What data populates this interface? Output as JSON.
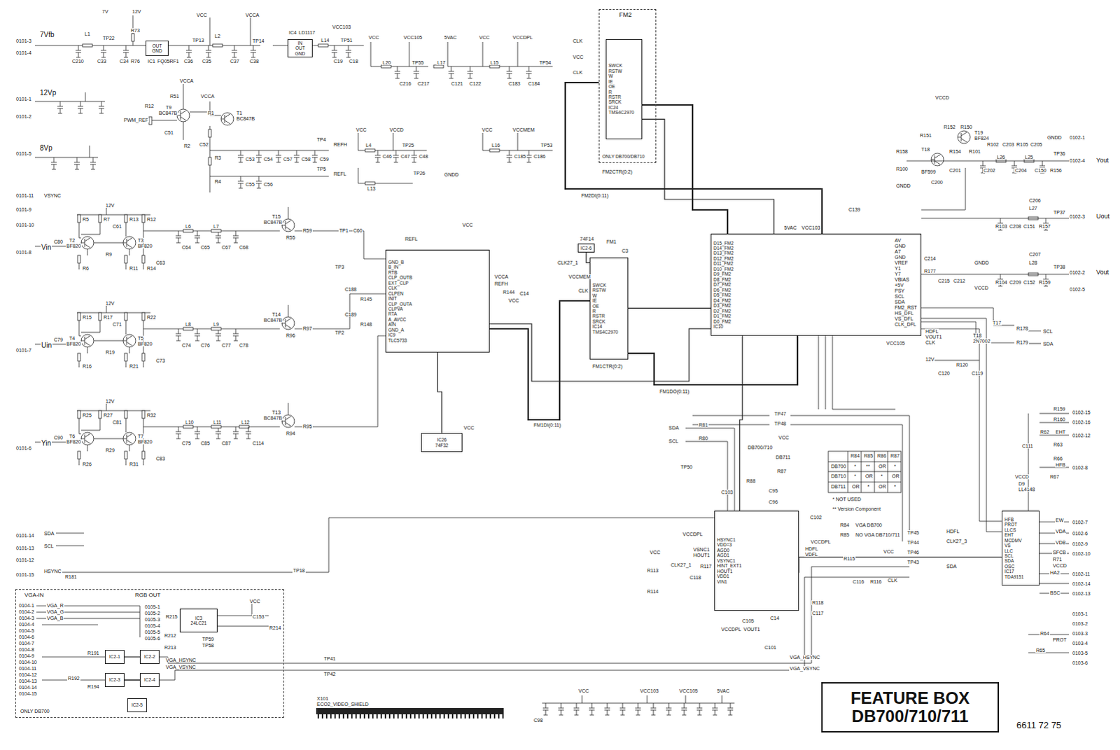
{
  "diagram": {
    "nodes": [
      {
        "text": [
          "OUT",
          "GND"
        ]
      },
      {
        "text": [
          "IN",
          "OUT",
          "GND"
        ]
      },
      {
        "text": [
          "FM2",
          "ONLY DB700/DB710"
        ]
      },
      {
        "text": [
          "SWCK",
          "RSTW",
          "W",
          "IE",
          "OE",
          "R",
          "RSTR",
          "SRCK",
          "IC24",
          "TMS4C2970"
        ],
        "in": 2
      },
      {
        "text": [
          "SWCK",
          "RSTW",
          "W",
          "IE",
          "OE",
          "R",
          "RSTR",
          "SRCK",
          "IC14",
          "TMS4C2970"
        ]
      },
      {
        "text": [
          "GND_B",
          "B_IN",
          "RTB",
          "CLP_OUTB",
          "EXT_CLP",
          "CLK",
          "CLPEN",
          "INIT",
          "CLP_OUTA",
          "CLPVA",
          "RTA",
          "A_AVCC",
          "AIN",
          "GND_A",
          "IC9",
          "TLC5733"
        ]
      },
      {
        "text": [
          "IC26",
          "74F32"
        ]
      },
      {
        "text": [
          "D15_FM2",
          "D14_FM2",
          "D13_FM2",
          "D12_FM2",
          "D11_FM2",
          "D10_FM2",
          "D9_FM2",
          "D8_FM2",
          "D7_FM2",
          "D6_FM2",
          "D5_FM2",
          "D4_FM2",
          "D3_FM2",
          "D2_FM2",
          "D1_FM2",
          "D0_FM2",
          "IC10"
        ]
      },
      {
        "text": [
          "HSYNC1",
          "VDD=3",
          "AGD0",
          "AGD1",
          "VSYNC1",
          "HINT_EXT1",
          "HOUT1",
          "VDD1",
          "VIN1"
        ]
      },
      {
        "text": [
          "HFB",
          "PROT",
          "LLCS",
          "EHT",
          "MCDMV",
          "VS",
          "LLC",
          "SCL",
          "SDA",
          "OSC",
          "IC17",
          "TDA9151"
        ]
      },
      {
        "text": [
          "VGA-IN",
          "RGB OUT",
          "ONLY DB700"
        ]
      },
      {
        "text": [
          "IC3",
          "24LC21"
        ],
        "in": 10
      },
      {
        "text": [
          "IC2-1"
        ],
        "in": 10
      },
      {
        "text": [
          "IC2-2"
        ],
        "in": 10
      },
      {
        "text": [
          "IC2-3"
        ],
        "in": 10
      },
      {
        "text": [
          "IC2-4"
        ],
        "in": 10
      },
      {
        "text": [
          "IC2-5"
        ],
        "in": 10
      },
      {
        "text": [
          "IC2-6"
        ]
      },
      {
        "text": [
          "FEATURE BOX",
          "DB700/710/711"
        ]
      }
    ],
    "edges": [
      {
        "from": 5,
        "to": 6,
        "arrow": "none"
      },
      {
        "from": 5,
        "to": 7,
        "arrow": "none"
      },
      {
        "from": 4,
        "to": 7,
        "arrow": "none"
      },
      {
        "from": 3,
        "to": 7,
        "arrow": "none"
      },
      {
        "from": 7,
        "to": 8,
        "arrow": "none"
      },
      {
        "from": 8,
        "to": 9,
        "arrow": "none"
      },
      {
        "from": 17,
        "to": 4,
        "arrow": "none"
      },
      {
        "from": 12,
        "to": 13,
        "arrow": "none"
      },
      {
        "from": 14,
        "to": 15,
        "arrow": "none"
      }
    ],
    "labels": [
      "0101-3",
      "7Vfb",
      "0101-4",
      "12Vp",
      "0101-1",
      "0101-2",
      "8Vp",
      "0101-5",
      "0101-11",
      "VSYNC",
      "0101-9",
      "0101-10",
      "Vin",
      "0101-8",
      "Uin",
      "0101-7",
      "Yin",
      "0101-6",
      "SDA",
      "0101-14",
      "SCL",
      "0101-13",
      "0101-12",
      "HSYNC",
      "0101-15",
      "7V",
      "12V",
      "L1",
      "TP22",
      "R73",
      "C210",
      "C33",
      "C34",
      "R76",
      "IC1",
      "FQ05RF1",
      "VCC",
      "VCCA",
      "TP13",
      "L2",
      "TP14",
      "C36",
      "C35",
      "C37",
      "C38",
      "IC4",
      "LD1117",
      "L14",
      "VCC103",
      "TP51",
      "C19",
      "C18",
      "VCC",
      "VCC105",
      "5VAC",
      "VCC",
      "VCCDPL",
      "L20",
      "TP55",
      "L17",
      "L15",
      "TP54",
      "C216",
      "C217",
      "C121",
      "C122",
      "C183",
      "C184",
      "VCCA",
      "T9",
      "BC847B",
      "R12",
      "PWM_REF",
      "VCCA",
      "R1",
      "R51",
      "C51",
      "R2",
      "C52",
      "T1",
      "BC847B",
      "R3",
      "R4",
      "C53",
      "C54",
      "C57",
      "C58",
      "C59",
      "C55",
      "C56",
      "TP4",
      "REFH",
      "TP5",
      "REFL",
      "VCC",
      "VCCD",
      "L4",
      "TP25",
      "C46",
      "C47",
      "C48",
      "L13",
      "TP26",
      "GNDD",
      "VCC",
      "VCCMEM",
      "L16",
      "TP53",
      "C185",
      "C186",
      "12V",
      "R5",
      "R7",
      "C61",
      "R13",
      "R12",
      "T2",
      "BF820",
      "T3",
      "BF820",
      "R6",
      "R9",
      "R11",
      "R14",
      "C63",
      "L6",
      "L7",
      "C64",
      "C65",
      "C67",
      "C68",
      "C80",
      "T15",
      "BC847B",
      "R55",
      "R59",
      "TP1",
      "C60",
      "12V",
      "R15",
      "R17",
      "C71",
      "R22",
      "T4",
      "BF820",
      "T5",
      "BF820",
      "R16",
      "R19",
      "R21",
      "C73",
      "L8",
      "L9",
      "C74",
      "C76",
      "C77",
      "C78",
      "C79",
      "T14",
      "BC847B",
      "R96",
      "R97",
      "12V",
      "R25",
      "R27",
      "C81",
      "R32",
      "T6",
      "BF820",
      "T7",
      "BF820",
      "R26",
      "R29",
      "R31",
      "C83",
      "L10",
      "L11",
      "L12",
      "C75",
      "C85",
      "C87",
      "C114",
      "C90",
      "T13",
      "BC847B",
      "R94",
      "R95",
      "TP3",
      "C188",
      "R145",
      "C189",
      "R148",
      "TP2",
      "REFL",
      "VCC",
      "VCCA",
      "REFH",
      "R144",
      "VCC",
      "C14",
      "VCC",
      "CLK",
      "VCC",
      "CLK",
      "FM2CTR(0:2)",
      "FM2DI(0:11)",
      "FM1",
      "VCCMEM",
      "CLK",
      "CLK27_1",
      "74F14",
      "C3",
      "FM1CTR(0:2)",
      "FM1DI(0:11)",
      "FM1DO(0:11)",
      "AV",
      "GND",
      "A7",
      "GND",
      "VREF",
      "Y1",
      "Y7",
      "VBIAS",
      "+5V",
      "PSY",
      "SCL",
      "SDA",
      "FM2_RST",
      "HS_DFL",
      "VS_DFL",
      "CLK_DFL",
      "5VAC",
      "VCC103",
      "C139",
      "C214",
      "R177",
      "C215",
      "C212",
      "GNDD",
      "VCCD",
      "VCC105",
      "HDFL",
      "VOUT1",
      "CLK",
      "TP47",
      "TP48",
      "VCCD",
      "R152",
      "R150",
      "T19",
      "BF824",
      "R151",
      "T18",
      "BF599",
      "R158",
      "R100",
      "GNDD",
      "R154",
      "R101",
      "R102",
      "C203",
      "R105",
      "C205",
      "L26",
      "L25",
      "TP36",
      "C200",
      "C201",
      "C202",
      "C204",
      "C150",
      "R156",
      "GNDD",
      "0102-1",
      "0102-4",
      "Yout",
      "C206",
      "L27",
      "TP37",
      "0102-3",
      "Uout",
      "R103",
      "C208",
      "C151",
      "R157",
      "C207",
      "L28",
      "TP38",
      "0102-2",
      "Vout",
      "R104",
      "C209",
      "C152",
      "R159",
      "0102-5",
      "T17",
      "T18",
      "2N7002",
      "R178",
      "SCL",
      "R179",
      "SDA",
      "12V",
      "C120",
      "R120",
      "C119",
      "R159",
      "0102-15",
      "R160",
      "0102-16",
      "R62",
      "EHT",
      "0102-12",
      "C111",
      "R63",
      "R66",
      "HFB",
      "0102-8",
      "VCCD",
      "R67",
      "D9",
      "LL4148",
      "EW",
      "0102-7",
      "VDA",
      "0102-6",
      "VDB",
      "0102-9",
      "SFCB",
      "0102-10",
      "R71",
      "VCCD",
      "HA2",
      "0102-11",
      "0102-14",
      "BSC",
      "0102-13",
      "0103-1",
      "0103-2",
      "0103-3",
      "R64",
      "PROT",
      "0103-4",
      "R65",
      "0103-5",
      "0103-6",
      "HDFL",
      "CLK27_3",
      "SDA",
      "SDA",
      "SCL",
      "R81",
      "R80",
      "DB700/710",
      "VCC",
      "DB711",
      "R87",
      "R88",
      "C95",
      "C96",
      "TP50",
      "C103",
      "C102",
      "R84",
      "VGA DB700",
      "R85",
      "NO VGA DB710/711",
      "VCCDPL",
      "HDFL",
      "VDFL",
      "TP45",
      "TP44",
      "TP46",
      "TP43",
      "R115",
      "VCC",
      "C116",
      "R116",
      "CLK",
      "R118",
      "C117",
      "VCCDPL",
      "VSNC1",
      "HOUT1",
      "VCC",
      "R113",
      "R114",
      "CLK27_1",
      "R117",
      "C118",
      "C105",
      "VCCDPL",
      "VOUT1",
      "C14",
      "C101",
      "TP18",
      "R181",
      "R84",
      "R85",
      "R86",
      "R87",
      "DB700",
      "*",
      "**",
      "OR",
      "*",
      "DB710",
      "*",
      "OR",
      "*",
      "OR",
      "DB711",
      "OR",
      "*",
      "OR",
      "*",
      "* NOT USED",
      "** Version Component",
      "0104-1",
      "0104-2",
      "0104-3",
      "0104-4",
      "0104-5",
      "0104-6",
      "0104-7",
      "0104-8",
      "0104-9",
      "0104-10",
      "0104-11",
      "0104-12",
      "0104-13",
      "0104-14",
      "0104-15",
      "VGA_R",
      "VGA_G",
      "VGA_B",
      "0105-1",
      "0105-2",
      "0105-3",
      "0105-4",
      "0105-5",
      "0105-6",
      "R215",
      "R212",
      "R213",
      "TP59",
      "TP58",
      "VCC",
      "C153",
      "R214",
      "VGA_HSYNC",
      "VGA_VSYNC",
      "TP41",
      "TP42",
      "VGA_HSYNC",
      "VGA_VSYNC",
      "R191",
      "R192",
      "R194",
      "X101",
      "ECO2_VIDEO_SHIELD",
      "VCC",
      "VCC103",
      "VCC105",
      "5VAC",
      "C98",
      "6611 72 75"
    ]
  }
}
